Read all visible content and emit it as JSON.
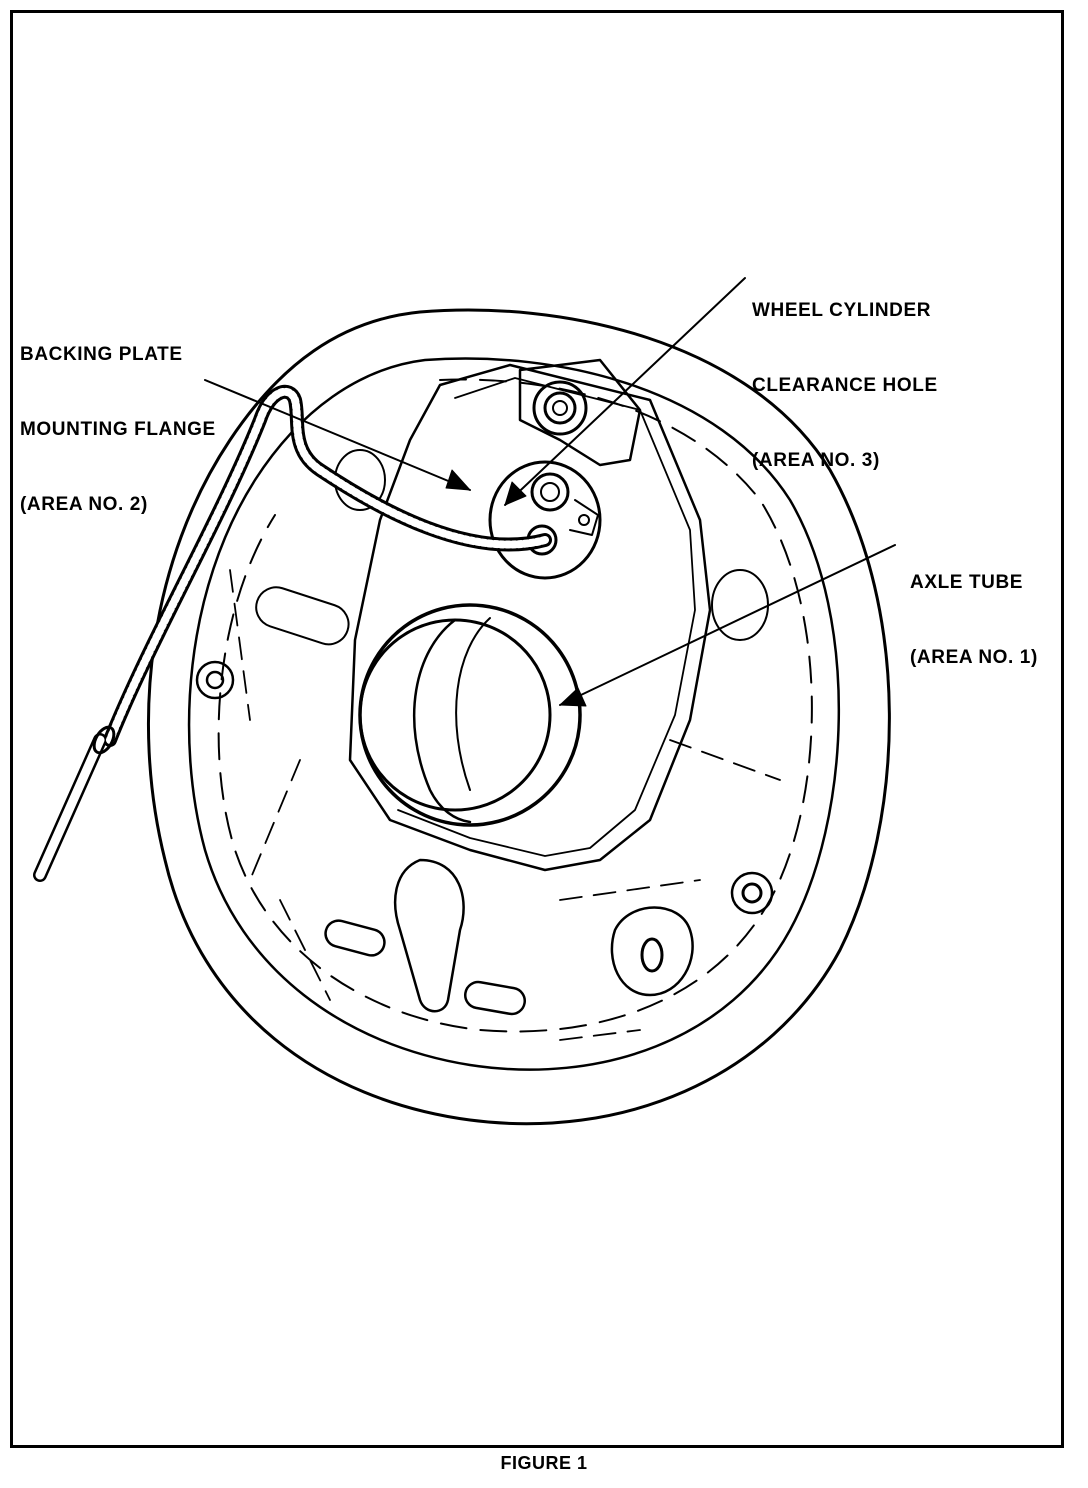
{
  "figure": {
    "caption": "FIGURE 1"
  },
  "labels": {
    "backing_plate": [
      "BACKING PLATE",
      "MOUNTING FLANGE",
      "(AREA NO. 2)"
    ],
    "wheel_cylinder": [
      "WHEEL CYLINDER",
      "CLEARANCE HOLE",
      "(AREA NO. 3)"
    ],
    "axle_tube": [
      "AXLE TUBE",
      "(AREA NO. 1)"
    ]
  },
  "colors": {
    "ink": "#000000",
    "paper": "#ffffff"
  }
}
